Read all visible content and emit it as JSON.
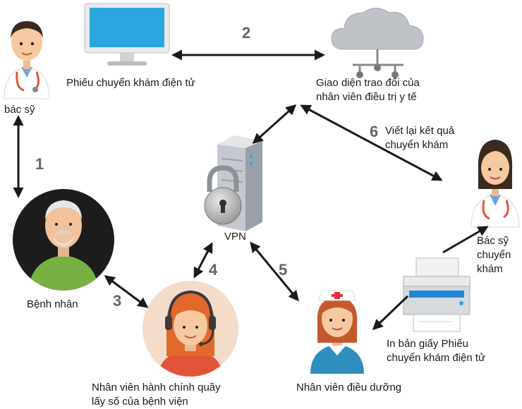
{
  "labels": {
    "doctor_top": "bác sỹ",
    "ereferral": "Phiếu chuyển khám điện tử",
    "exchange_ui": "Giao diện trao đổi của\nnhân viên điều trị y tế",
    "step6_text": "Viết lại kết quả\nchuyển khám",
    "vpn": "VPN",
    "referring_doctor": "Bác sỹ\nchuyển\nkhám",
    "patient": "Bệnh nhân",
    "print_paper": "In bản giấy Phiếu\nchuyển khám điện tử",
    "admin_staff": "Nhân viên hành chính quầy\nlấy số của bệnh viện",
    "nurse": "Nhân viên điều dưỡng"
  },
  "steps": {
    "s1": "1",
    "s2": "2",
    "s3": "3",
    "s4": "4",
    "s5": "5",
    "s6": "6"
  },
  "colors": {
    "arrow": "#1a1a1a",
    "step_number": "#666666",
    "skin": "#f6c9a0",
    "coat": "#ffffff",
    "stethoscope": "#e2543a",
    "hair_dark": "#3b2a1e",
    "hair_orange": "#e2682b",
    "patient_bg": "#1c1c1c",
    "patient_shirt": "#78b044",
    "admin_bg": "#f4dccb",
    "server": "#b8bcc4",
    "printer_blue": "#1e88d6",
    "cloud": "#bfc3c8",
    "monitor": "#2aa6e0"
  },
  "icons": [
    "doctor-male-icon",
    "monitor-icon",
    "cloud-network-icon",
    "server-lock-icon",
    "doctor-female-icon",
    "patient-icon",
    "admin-staff-headset-icon",
    "nurse-icon",
    "printer-icon"
  ]
}
